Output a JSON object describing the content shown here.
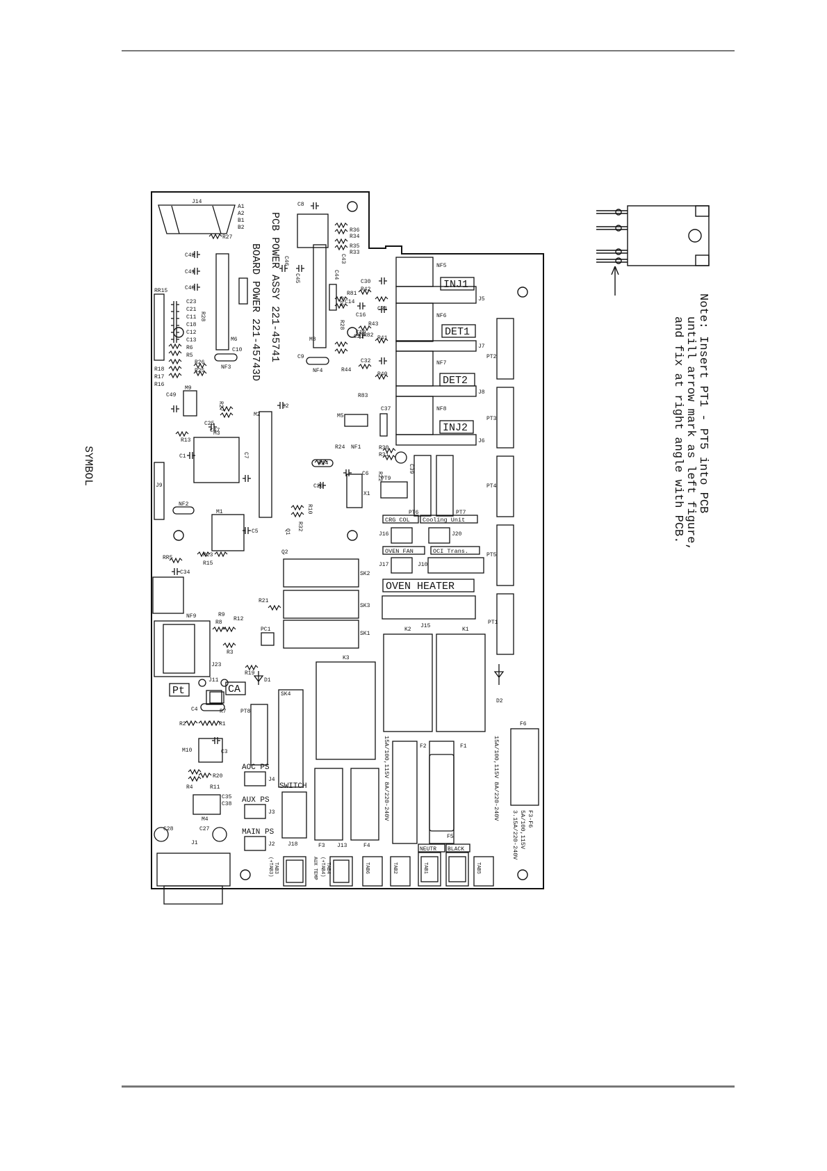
{
  "side_label": "SYMBOL",
  "note": {
    "line1": "Note: Insert PT1 - PT5 into PCB",
    "line2": "untill arrow mark as left figure,",
    "line3": "and fix at right angle with PCB."
  },
  "board_title": {
    "line1": "PCB POWER ASSY 221-45741",
    "line2": "BOARD POWER 221-45743D"
  },
  "boxed_labels": {
    "inj1": "INJ1",
    "det1": "DET1",
    "det2": "DET2",
    "inj2": "INJ2",
    "oven_heater": "OVEN HEATER",
    "cryo_col": "CRG COL",
    "cooling_unit": "Cooling Unit",
    "oven_fan": "OVEN FAN",
    "oci_trans": "OCI Trans.",
    "pt": "Pt",
    "ca": "CA",
    "neutr": "NEUTR",
    "black": "BLACK"
  },
  "section_labels": {
    "aoc_ps": "AOC PS",
    "aux_ps": "AUX PS",
    "main_ps": "MAIN PS",
    "switch": "SWITCH",
    "aux_temp": "AUX TEMP"
  },
  "fuse_text": {
    "left": "15A/100,115V 8A/220-240V",
    "right": "15A/100,115V 8A/220-240V",
    "f3f6_line1": "F3-F6",
    "f3f6_line2": "5A/100,115V",
    "f3f6_line3": "3.15A/220-240V"
  },
  "designators": {
    "j14": "J14",
    "a1": "A1",
    "a2": "A2",
    "b1": "B1",
    "b2": "B2",
    "r27": "R27",
    "c42": "C42",
    "c41": "C41",
    "c40": "C40",
    "c23": "C23",
    "c21": "C21",
    "c11": "C11",
    "c18": "C18",
    "c12": "C12",
    "c13": "C13",
    "r6": "R6",
    "r5": "R5",
    "r26": "R26",
    "r25": "R25",
    "r28": "R28",
    "r18": "R18",
    "r17": "R17",
    "r16": "R16",
    "rr15": "RR15",
    "m6": "M6",
    "c10": "C10",
    "nf3": "NF3",
    "c9": "C9",
    "nf4": "NF4",
    "m8": "M8",
    "c8": "C8",
    "r36": "R36",
    "r34": "R34",
    "r35": "R35",
    "r33": "R33",
    "c46": "C46",
    "c45": "C45",
    "c43": "C43",
    "c44": "C44",
    "c36": "C36",
    "c30": "C30",
    "r42": "R42",
    "r81": "R81",
    "c14": "C14",
    "r43": "R43",
    "c31": "C31",
    "c16": "C16",
    "r82": "R82",
    "r41": "R41",
    "c21b": "C21",
    "c32": "C32",
    "r44": "R44",
    "r40": "R40",
    "r83": "R83",
    "c19": "C19",
    "c37": "C37",
    "nf5": "NF5",
    "nf6": "NF6",
    "nf7": "NF7",
    "nf8": "NF8",
    "j5": "J5",
    "j7": "J7",
    "j8": "J8",
    "j6": "J6",
    "pt2": "PT2",
    "pt3": "PT3",
    "pt4": "PT4",
    "pt5": "PT5",
    "pt1": "PT1",
    "pt6": "PT6",
    "pt7": "PT7",
    "pt8": "PT8",
    "pt9": "PT9",
    "m9": "M9",
    "c49": "C49",
    "r27b": "R27",
    "c25": "C25",
    "c47": "C47",
    "m3": "M3",
    "r13": "R13",
    "c1": "C1",
    "c7": "C7",
    "m2": "M2",
    "c2": "C2",
    "m5": "M5",
    "r24": "R24",
    "nf1": "NF1",
    "r30": "R30",
    "r31": "R31",
    "r14": "R14",
    "c6": "C6",
    "r22": "R22",
    "c39": "C39",
    "c26": "C26",
    "x1": "X1",
    "j9": "J9",
    "nf2": "NF2",
    "m1": "M1",
    "c5": "C5",
    "r10": "R10",
    "r32": "R32",
    "q1": "Q1",
    "q2": "Q2",
    "r23": "R23",
    "r15": "R15",
    "rr5": "RR5",
    "c34": "C34",
    "nf9": "NF9",
    "r9": "R9",
    "r8": "R8",
    "r12": "R12",
    "r3": "R3",
    "r21": "R21",
    "pc1": "PC1",
    "r19": "R19",
    "d1": "D1",
    "j23": "J23",
    "j11": "J11",
    "c4": "C4",
    "r7": "R7",
    "r2": "R2",
    "r1": "R1",
    "m10": "M10",
    "c3": "C3",
    "r20": "R20",
    "r4": "R4",
    "r11": "R11",
    "c35": "C35",
    "c38": "C38",
    "m4": "M4",
    "c28": "C28",
    "c27": "C27",
    "j1": "J1",
    "sk2": "SK2",
    "sk3": "SK3",
    "sk1": "SK1",
    "sk4": "SK4",
    "k1": "K1",
    "k2": "K2",
    "k3": "K3",
    "j15": "J15",
    "d2": "D2",
    "f1": "F1",
    "f2": "F2",
    "f3": "F3",
    "f4": "F4",
    "f5": "F5",
    "f6": "F6",
    "j16": "J16",
    "j20": "J20",
    "j17": "J17",
    "j10": "J10",
    "j4": "J4",
    "j3": "J3",
    "j2": "J2",
    "j18": "J18",
    "j13": "J13",
    "tab3": "TAB3",
    "tab4": "TAB4",
    "tab6": "TAB6",
    "tab2": "TAB2",
    "tab1": "TAB1",
    "tab5": "TAB5",
    "tab3note": "(+TAB3)",
    "tab4note": "(+TAB4)"
  }
}
